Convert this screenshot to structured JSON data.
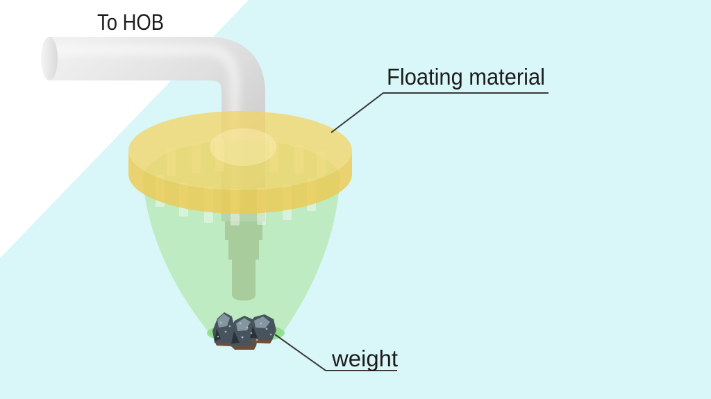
{
  "diagram": {
    "labels": {
      "pipe_destination": "To HOB",
      "floating_material": "Floating material",
      "weight": "weight"
    },
    "colors": {
      "background": "#D9F6F8",
      "background_corner": "#FFFFFF",
      "text": "#1C1C1C",
      "leader_line": "#3A3A3A",
      "floating_ring_top": "#F3D464",
      "floating_ring_side": "#EDC94F",
      "cone": "#A8E293",
      "cone_base": "#86DC80",
      "telescopic_tube": "#A8B2A6",
      "rock_base": "#47545E",
      "rock_light": "#8496A0",
      "rock_dark": "#2A3238",
      "rock_bottom": "#6E4E38"
    }
  }
}
